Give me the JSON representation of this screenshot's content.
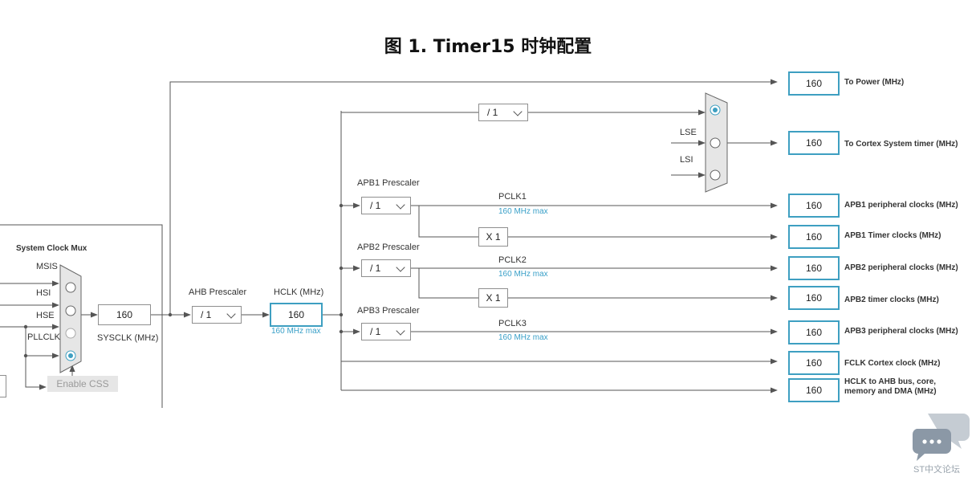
{
  "title": "图 1.   Timer15 时钟配置",
  "mux": {
    "label": "System Clock Mux",
    "inputs": [
      "MSIS",
      "HSI",
      "HSE",
      "PLLCLK"
    ],
    "enable_css": "Enable CSS"
  },
  "sysclk": {
    "value": "160",
    "label": "SYSCLK (MHz)"
  },
  "ahb": {
    "label": "AHB Prescaler",
    "value": "/ 1"
  },
  "hclk": {
    "label": "HCLK (MHz)",
    "value": "160",
    "max": "160 MHz max"
  },
  "cortex_div": {
    "value": "/ 1"
  },
  "cortex_mux": {
    "inputs": [
      "LSE",
      "LSI"
    ]
  },
  "apb1": {
    "label": "APB1 Prescaler",
    "value": "/ 1",
    "clk": "PCLK1",
    "max": "160 MHz max",
    "mult": "X 1"
  },
  "apb2": {
    "label": "APB2 Prescaler",
    "value": "/ 1",
    "clk": "PCLK2",
    "max": "160 MHz max",
    "mult": "X 1"
  },
  "apb3": {
    "label": "APB3 Prescaler",
    "value": "/ 1",
    "clk": "PCLK3",
    "max": "160 MHz max"
  },
  "outputs": [
    {
      "value": "160",
      "label": "To Power (MHz)"
    },
    {
      "value": "160",
      "label": "To Cortex System timer (MHz)"
    },
    {
      "value": "160",
      "label": "APB1 peripheral clocks (MHz)"
    },
    {
      "value": "160",
      "label": "APB1 Timer clocks (MHz)"
    },
    {
      "value": "160",
      "label": "APB2 peripheral clocks (MHz)"
    },
    {
      "value": "160",
      "label": "APB2 timer clocks (MHz)"
    },
    {
      "value": "160",
      "label": "APB3 peripheral clocks (MHz)"
    },
    {
      "value": "160",
      "label": "FCLK Cortex clock (MHz)"
    },
    {
      "value": "160",
      "label": "HCLK to AHB bus, core, memory and DMA (MHz)"
    }
  ],
  "watermark": "ST中文论坛",
  "colors": {
    "accent": "#3e9fc1",
    "line": "#555555",
    "max_text": "#3aa0c8"
  },
  "icons": [
    "chat-bubble-icon",
    "radio-icon"
  ]
}
